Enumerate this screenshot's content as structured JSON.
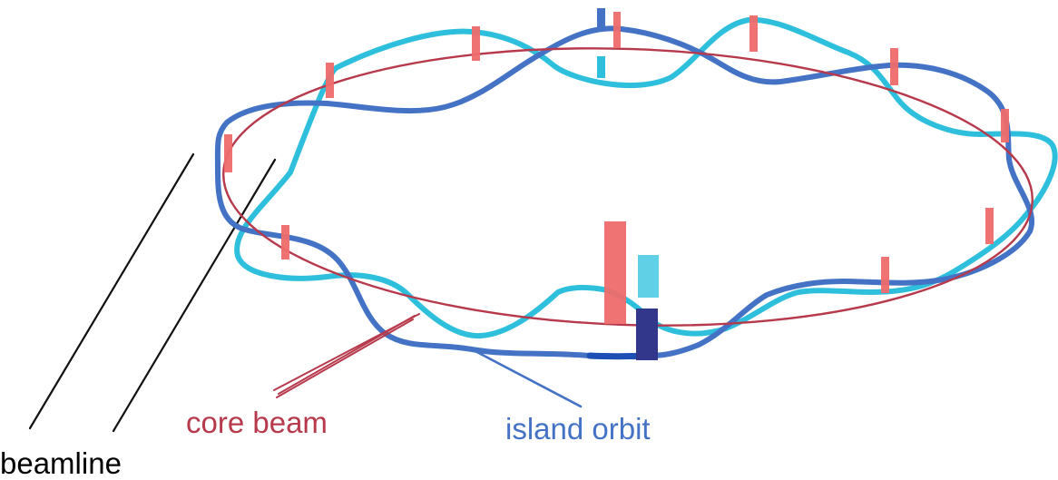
{
  "labels": {
    "core_beam": "core beam",
    "island_orbit": "island orbit",
    "beamline": "beamline"
  },
  "colors": {
    "core_beam": "#b73a4c",
    "island_orbit_a": "#4473c5",
    "island_orbit_b": "#2ebfdc",
    "kicker_marks": "#ee6b6b",
    "beamline": "#000000"
  }
}
